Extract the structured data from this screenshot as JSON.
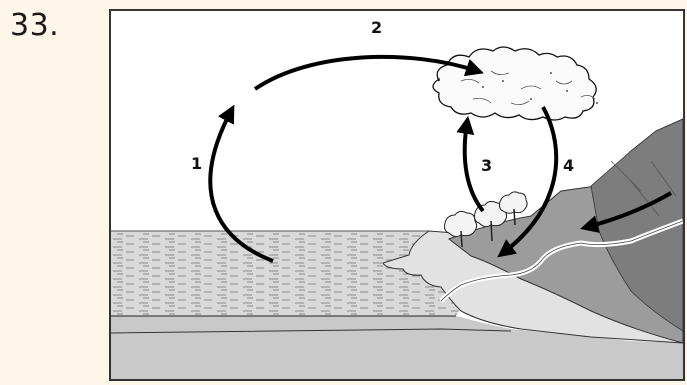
{
  "question": {
    "number": "33."
  },
  "diagram": {
    "labels": [
      {
        "id": "stage-1",
        "text": "1"
      },
      {
        "id": "stage-2",
        "text": "2"
      },
      {
        "id": "stage-3",
        "text": "3"
      },
      {
        "id": "stage-4",
        "text": "4"
      }
    ],
    "colors": {
      "page_background": "#fdf6e9",
      "water": "#d9d9d9",
      "beach": "#c9c9c9",
      "mountain_dark": "#7d7d7d",
      "mountain_light": "#9c9c9c",
      "arrow": "#000000"
    }
  }
}
